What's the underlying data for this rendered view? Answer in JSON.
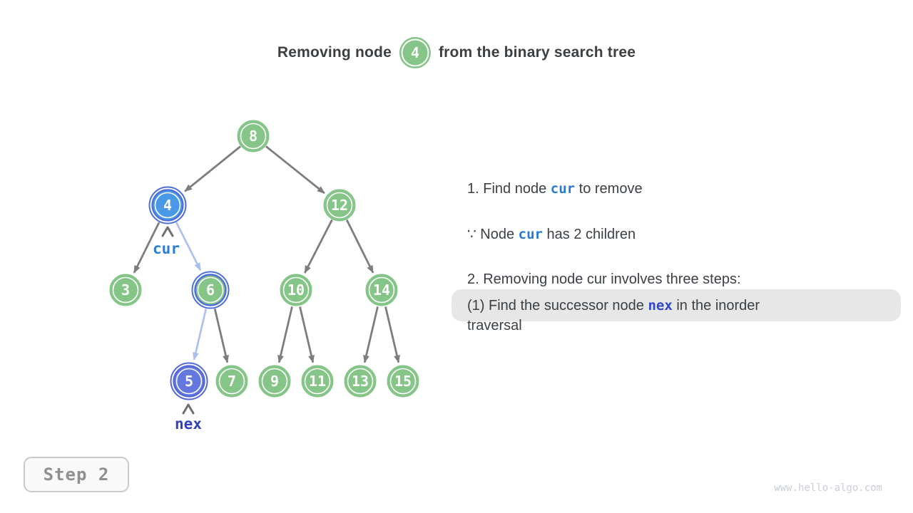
{
  "title": {
    "prefix": "Removing node",
    "node_value": "4",
    "suffix": "from the binary search tree"
  },
  "tree": {
    "nodes": [
      {
        "value": "8",
        "state": "normal"
      },
      {
        "value": "4",
        "state": "cur"
      },
      {
        "value": "12",
        "state": "normal"
      },
      {
        "value": "3",
        "state": "normal"
      },
      {
        "value": "6",
        "state": "path"
      },
      {
        "value": "10",
        "state": "normal"
      },
      {
        "value": "14",
        "state": "normal"
      },
      {
        "value": "5",
        "state": "nex"
      },
      {
        "value": "7",
        "state": "normal"
      },
      {
        "value": "9",
        "state": "normal"
      },
      {
        "value": "11",
        "state": "normal"
      },
      {
        "value": "13",
        "state": "normal"
      },
      {
        "value": "15",
        "state": "normal"
      }
    ],
    "cur_label": "cur",
    "nex_label": "nex"
  },
  "steps": {
    "line1_pre": "1. Find node ",
    "line1_var": "cur",
    "line1_post": " to remove",
    "line2_pre": "∵ Node ",
    "line2_var": "cur",
    "line2_post": " has 2 children",
    "line3": "2. Removing node cur involves three steps:",
    "line4_pre": "(1) Find the successor node ",
    "line4_var": "nex",
    "line4_post": " in the inorder",
    "line5": "traversal"
  },
  "step_badge": "Step 2",
  "watermark": "www.hello-algo.com",
  "colors": {
    "node_green": "#85c588",
    "node_blue": "#4a99e9",
    "node_indigo": "#6477de",
    "ring_indigo": "#4c6fdb",
    "edge_gray": "#7d7d7d",
    "edge_light_blue": "#a8bff0",
    "cur_label": "#2e7dd1",
    "nex_label": "#3340be",
    "highlight": "#e7e7e7",
    "text": "#3b4045"
  }
}
